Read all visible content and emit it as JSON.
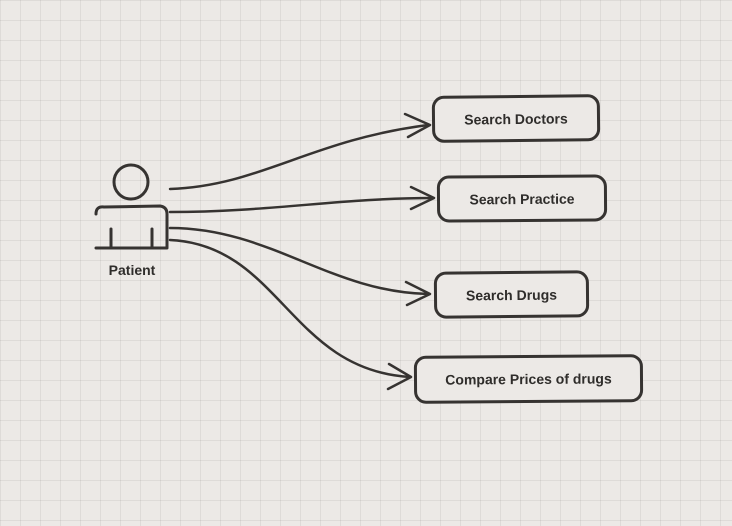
{
  "diagram": {
    "actor": {
      "label": "Patient",
      "icon": "person-icon"
    },
    "use_cases": [
      {
        "id": "uc-0",
        "label": "Search Doctors"
      },
      {
        "id": "uc-1",
        "label": "Search Practice"
      },
      {
        "id": "uc-2",
        "label": "Search Drugs"
      },
      {
        "id": "uc-3",
        "label": "Compare Prices of drugs"
      }
    ],
    "associations": [
      {
        "from": "Patient",
        "to": "Search Doctors"
      },
      {
        "from": "Patient",
        "to": "Search Practice"
      },
      {
        "from": "Patient",
        "to": "Search Drugs"
      },
      {
        "from": "Patient",
        "to": "Compare Prices of drugs"
      }
    ],
    "colors": {
      "stroke": "#363331",
      "background": "#ece9e6",
      "grid": "#dcd9d6"
    }
  }
}
